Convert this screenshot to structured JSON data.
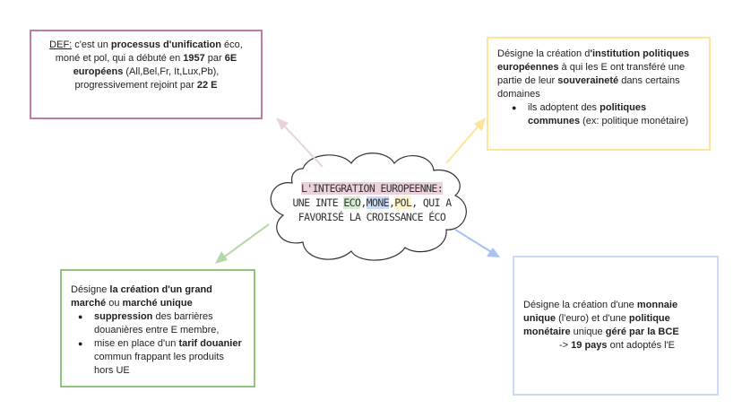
{
  "colors": {
    "pink": "#c27ba0",
    "pink_light": "#ead1dc",
    "yellow": "#ffe599",
    "green": "#93c47d",
    "blue_light": "#c9daf8",
    "green_arrow": "#b6d7a8",
    "blue_arrow": "#a4c2f4",
    "pink_arrow": "#ead1dc",
    "yellow_arrow": "#ffe599"
  },
  "center": {
    "title": "L'INTEGRATION EUROPEENNE:",
    "line2_pre": "UNE INTE ",
    "eco": "ECO",
    "sep1": ",",
    "mone": "MONE",
    "sep2": ",",
    "pol": "POL",
    "line2_post": ", QUI A",
    "line3": "FAVORISÉ LA CROISSANCE ÉCO"
  },
  "top_left": {
    "def": "DEF:",
    "t1": " c'est un ",
    "b1": "processus d'unification",
    "t2": " éco, moné et pol, qui a débuté en ",
    "b2": "1957",
    "t3": " par ",
    "b3": "6E européens",
    "t4": " (All,Bel,Fr, It,Lux,Pb), progressivement rejoint par ",
    "b4": "22 E"
  },
  "top_right": {
    "t1": "Désigne la création d",
    "b1": "'institution politiques européennes",
    "t2": " à qui les E ont transféré une partie de leur ",
    "b2": "souveraineté",
    "t3": " dans certains domaines",
    "bullet_t1": "ils adoptent des ",
    "bullet_b1": "politiques communes",
    "bullet_t2": " (ex: politique monétaire)"
  },
  "bottom_left": {
    "t1": "Désigne ",
    "b1": "la création d'un grand marché",
    "t2": " ou ",
    "b2": "marché unique",
    "bullets": [
      {
        "b": "suppression",
        "t": " des barrières douanières entre E membre,"
      },
      {
        "t1": "mise en place d'un ",
        "b": "tarif douanier",
        "t2": " commun frappant les produits hors UE"
      }
    ]
  },
  "bottom_right": {
    "t1": "Désigne la création d'une ",
    "b1": "monnaie unique",
    "t2": " (l'euro) et d'une ",
    "b2": "politique monétaire",
    "t3": " unique ",
    "b3": "géré par la BCE",
    "t4": "-> ",
    "b4": "19 pays",
    "t5": " ont adoptés l'E"
  }
}
